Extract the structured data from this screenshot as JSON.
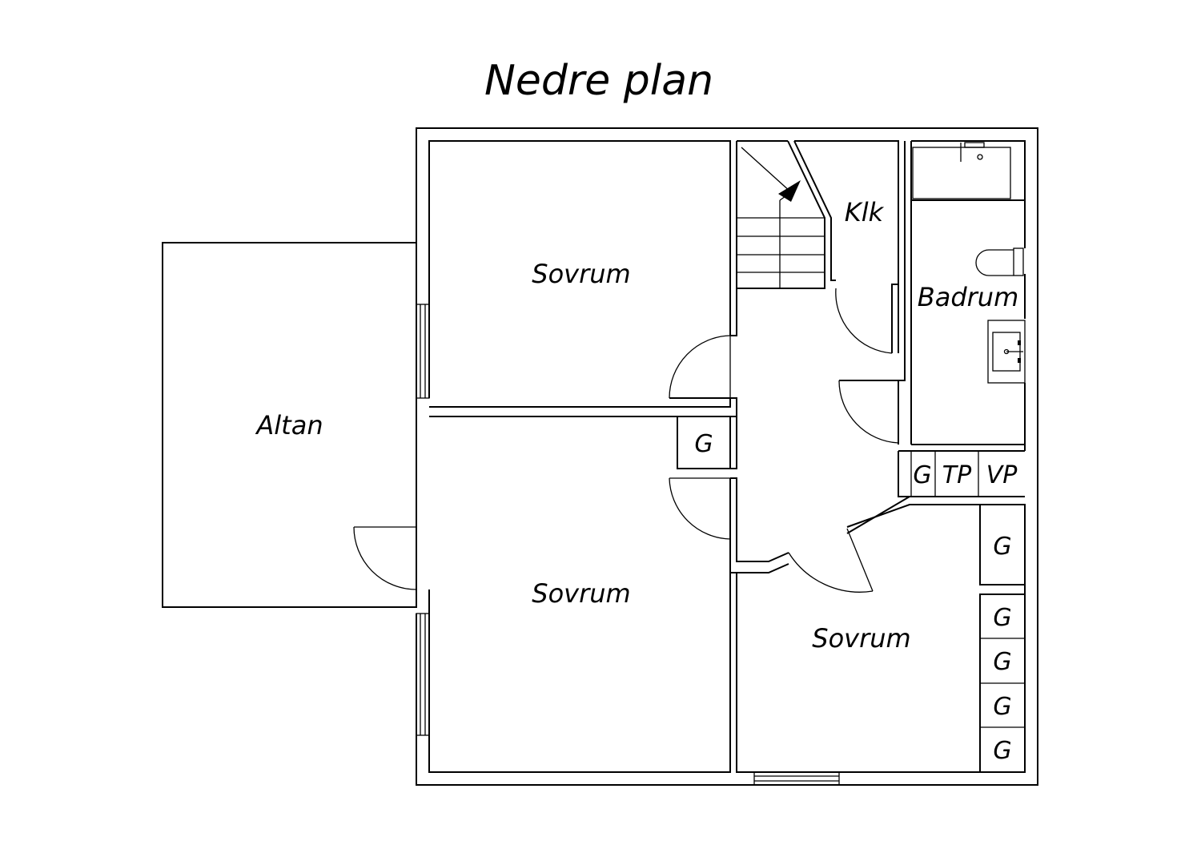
{
  "title": "Nedre plan",
  "rooms": {
    "altan": "Altan",
    "sovrum_top": "Sovrum",
    "sovrum_mid": "Sovrum",
    "sovrum_right": "Sovrum",
    "klk": "Klk",
    "badrum": "Badrum"
  },
  "storage": {
    "g_hall": "G",
    "g_bath": "G",
    "tp": "TP",
    "vp": "VP",
    "g_right_1": "G",
    "g_right_2": "G",
    "g_right_3": "G",
    "g_right_4": "G",
    "g_right_5": "G"
  }
}
